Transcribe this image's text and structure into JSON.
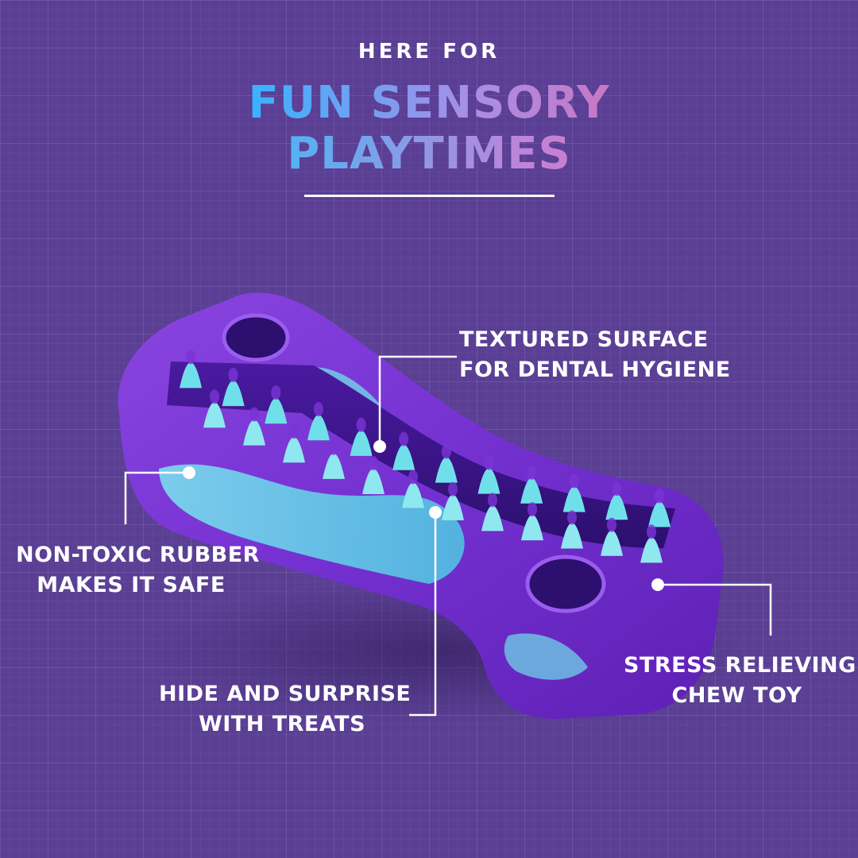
{
  "header": {
    "kicker": "HERE FOR",
    "headline_line1": "FUN SENSORY",
    "headline_line2": "PLAYTIMES"
  },
  "callouts": [
    {
      "id": "textured",
      "line1": "TEXTURED SURFACE",
      "line2": "FOR DENTAL HYGIENE"
    },
    {
      "id": "rubber",
      "line1": "NON-TOXIC RUBBER",
      "line2": "MAKES IT SAFE"
    },
    {
      "id": "treats",
      "line1": "HIDE AND SURPRISE",
      "line2": "WITH TREATS"
    },
    {
      "id": "stress",
      "line1": "STRESS RELIEVING",
      "line2": "CHEW TOY"
    }
  ],
  "colors": {
    "background": "#5a3f94",
    "toy_purple": "#7a34d6",
    "toy_aqua": "#6fe0ea",
    "headline_cyan": "#0fc7ff",
    "headline_pink": "#ff4f86"
  }
}
